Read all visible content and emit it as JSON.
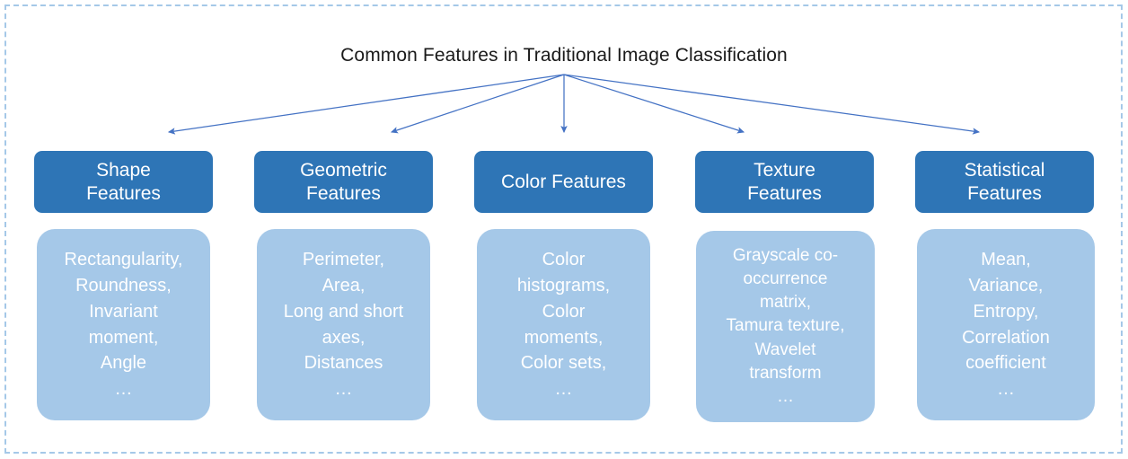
{
  "title": "Common Features in Traditional Image Classification",
  "theme": {
    "header_blue": "#2E75B6",
    "body_blue": "#A5C8E8",
    "arrow_blue": "#4472C4",
    "frame_dash": "#A5C8E8",
    "title_color": "#1a1a1a",
    "box_text": "#FFFFFF"
  },
  "columns": [
    {
      "header": "Shape\nFeatures",
      "items": "Rectangularity,\nRoundness,\nInvariant\nmoment,\nAngle\n…"
    },
    {
      "header": "Geometric\nFeatures",
      "items": "Perimeter,\nArea,\nLong and short\naxes,\nDistances\n…"
    },
    {
      "header": "Color Features",
      "items": "Color\nhistograms,\nColor\nmoments,\nColor sets,\n…"
    },
    {
      "header": "Texture\nFeatures",
      "items": "Grayscale co-\noccurrence\nmatrix,\nTamura texture,\nWavelet\ntransform\n…"
    },
    {
      "header": "Statistical\nFeatures",
      "items": "Mean,\nVariance,\nEntropy,\nCorrelation\ncoefficient\n…"
    }
  ]
}
